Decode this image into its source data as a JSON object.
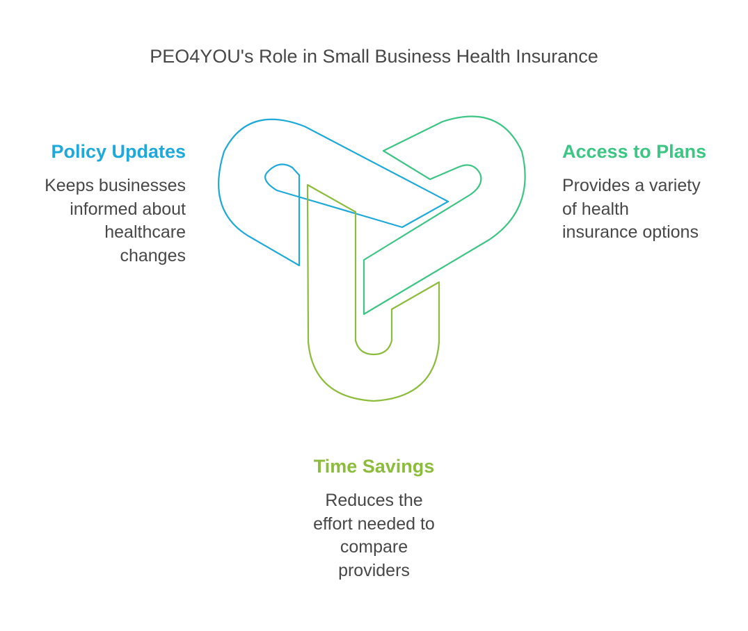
{
  "title": "PEO4YOU's Role in Small Business Health Insurance",
  "colors": {
    "blue": "#1ea9db",
    "green": "#3cc583",
    "olive": "#8cbc3c",
    "text": "#474747"
  },
  "items": {
    "policy": {
      "heading": "Policy Updates",
      "lines": [
        "Keeps businesses",
        "informed about",
        "healthcare",
        "changes"
      ]
    },
    "access": {
      "heading": "Access to Plans",
      "lines": [
        "Provides a variety",
        "of health",
        "insurance options"
      ]
    },
    "time": {
      "heading": "Time Savings",
      "lines": [
        "Reduces the",
        "effort needed to",
        "compare",
        "providers"
      ]
    }
  }
}
